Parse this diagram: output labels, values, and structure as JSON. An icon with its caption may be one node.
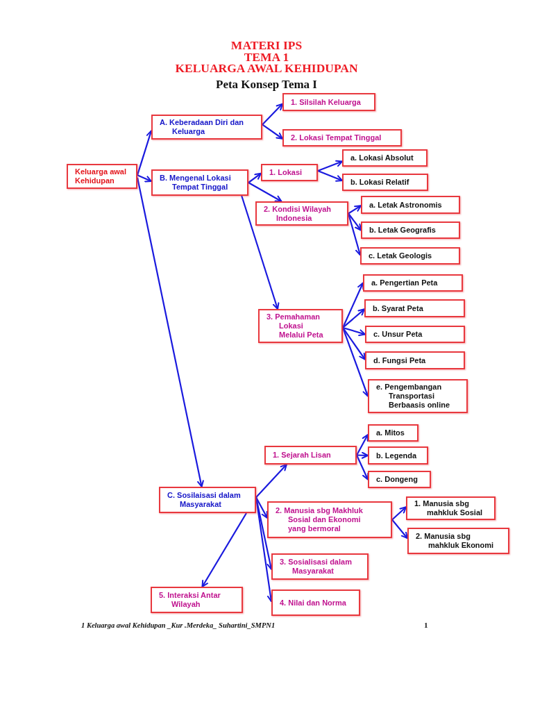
{
  "diagram": {
    "title": "MATERI IPS TEMA 1 KELUARGA AWAL KEHIDUPAN",
    "nodes": [
      {
        "text": [
          "Keluarga awal Kehidupan"
        ]
      },
      {
        "text": [
          "A. Keberadaan Diri dan Keluarga"
        ]
      },
      {
        "text": [
          "1. Silsilah Keluarga"
        ]
      },
      {
        "text": [
          "2. Lokasi Tempat Tinggal"
        ]
      },
      {
        "text": [
          "B. Mengenal Lokasi Tempat Tinggal"
        ]
      },
      {
        "text": [
          "1. Lokasi"
        ]
      },
      {
        "text": [
          "a. Lokasi Absolut"
        ]
      },
      {
        "text": [
          "b. Lokasi Relatif"
        ]
      },
      {
        "text": [
          "2. Kondisi Wilayah Indonesia"
        ]
      },
      {
        "text": [
          "a. Letak Astronomis"
        ]
      },
      {
        "text": [
          "b. Letak Geografis"
        ]
      },
      {
        "text": [
          "c. Letak Geologis"
        ]
      },
      {
        "text": [
          "3. Pemahaman Lokasi Melalui Peta"
        ]
      },
      {
        "text": [
          "a. Pengertian Peta"
        ]
      },
      {
        "text": [
          "b. Syarat Peta"
        ]
      },
      {
        "text": [
          "c. Unsur Peta"
        ]
      },
      {
        "text": [
          "d. Fungsi Peta"
        ]
      },
      {
        "text": [
          "e. Pengembangan Transportasi Berbaasis online"
        ]
      },
      {
        "text": [
          "1. Sejarah Lisan"
        ]
      },
      {
        "text": [
          "a. Mitos"
        ]
      },
      {
        "text": [
          "b. Legenda"
        ]
      },
      {
        "text": [
          "c. Dongeng"
        ]
      },
      {
        "text": [
          "C. Sosilaisasi dalam Masyarakat"
        ]
      },
      {
        "text": [
          "2. Manusia sbg Makhluk Sosial dan Ekonomi yang bermoral"
        ]
      },
      {
        "text": [
          "1. Manusia sbg mahkluk Sosial"
        ]
      },
      {
        "text": [
          "2. Manusia sbg mahkluk Ekonomi"
        ]
      },
      {
        "text": [
          "3. Sosialisasi dalam Masyarakat"
        ]
      },
      {
        "text": [
          "4. Nilai dan Norma"
        ]
      },
      {
        "text": [
          "5. Interaksi Antar Wilayah"
        ]
      }
    ],
    "edges": [
      {
        "from": 0,
        "to": 1,
        "arrow": "to"
      },
      {
        "from": 0,
        "to": 4,
        "arrow": "to"
      },
      {
        "from": 0,
        "to": 22,
        "arrow": "to"
      },
      {
        "from": 1,
        "to": 2,
        "arrow": "to"
      },
      {
        "from": 1,
        "to": 3,
        "arrow": "to"
      },
      {
        "from": 4,
        "to": 5,
        "arrow": "to"
      },
      {
        "from": 4,
        "to": 8,
        "arrow": "to"
      },
      {
        "from": 4,
        "to": 12,
        "arrow": "to"
      },
      {
        "from": 5,
        "to": 6,
        "arrow": "to"
      },
      {
        "from": 5,
        "to": 7,
        "arrow": "to"
      },
      {
        "from": 8,
        "to": 9,
        "arrow": "to"
      },
      {
        "from": 8,
        "to": 10,
        "arrow": "to"
      },
      {
        "from": 8,
        "to": 11,
        "arrow": "to"
      },
      {
        "from": 12,
        "to": 13,
        "arrow": "to"
      },
      {
        "from": 12,
        "to": 14,
        "arrow": "to"
      },
      {
        "from": 12,
        "to": 15,
        "arrow": "to"
      },
      {
        "from": 12,
        "to": 16,
        "arrow": "to"
      },
      {
        "from": 12,
        "to": 17,
        "arrow": "to"
      },
      {
        "from": 22,
        "to": 18,
        "arrow": "to"
      },
      {
        "from": 18,
        "to": 19,
        "arrow": "to"
      },
      {
        "from": 18,
        "to": 20,
        "arrow": "to"
      },
      {
        "from": 18,
        "to": 21,
        "arrow": "to"
      },
      {
        "from": 22,
        "to": 23,
        "arrow": "to"
      },
      {
        "from": 23,
        "to": 24,
        "arrow": "to"
      },
      {
        "from": 23,
        "to": 25,
        "arrow": "to"
      },
      {
        "from": 22,
        "to": 26,
        "arrow": "to"
      },
      {
        "from": 22,
        "to": 27,
        "arrow": "to"
      },
      {
        "from": 22,
        "to": 28,
        "arrow": "to"
      }
    ],
    "labels": [
      "Peta Konsep Tema I",
      "1 Keluarga awal Kehidupan _Kur .Merdeka_ Suhartini_SMPN1",
      "1"
    ]
  }
}
